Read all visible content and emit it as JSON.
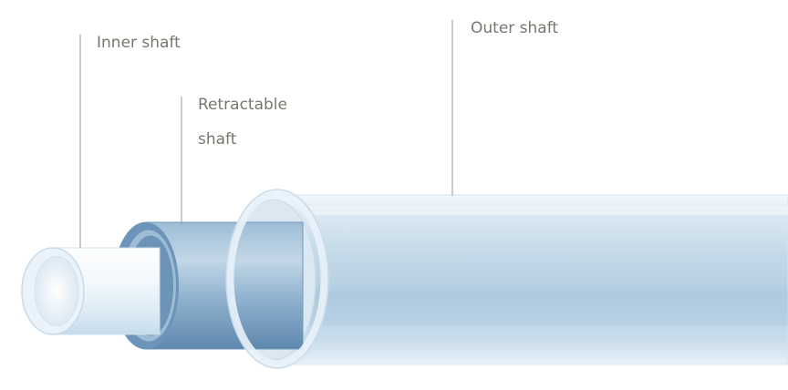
{
  "labels": {
    "inner_shaft": "Inner shaft",
    "retractable_shaft_line1": "Retractable",
    "retractable_shaft_line2": "shaft",
    "outer_shaft": "Outer shaft"
  },
  "colors": {
    "leader_line": "#9a9a92",
    "label_text": "#77776f",
    "outer_shaft_body": "#bcd4e4",
    "retractable_shaft_body": "#7fa6c6",
    "inner_shaft_body": "#eef6fb"
  }
}
